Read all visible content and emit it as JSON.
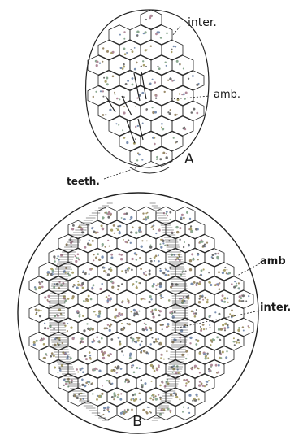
{
  "figure_a": {
    "panel_letter": "A",
    "labels": {
      "inter": "inter.",
      "amb": "amb.",
      "teeth": "teeth."
    }
  },
  "figure_b": {
    "panel_letter": "B",
    "labels": {
      "amb": "amb",
      "inter": "inter."
    }
  },
  "colors": {
    "outline": "#222222",
    "dot_palette": [
      "#7a8fb0",
      "#9a8a6a",
      "#8aa890",
      "#b08a9a",
      "#6f6f6f",
      "#a9a06a"
    ]
  }
}
